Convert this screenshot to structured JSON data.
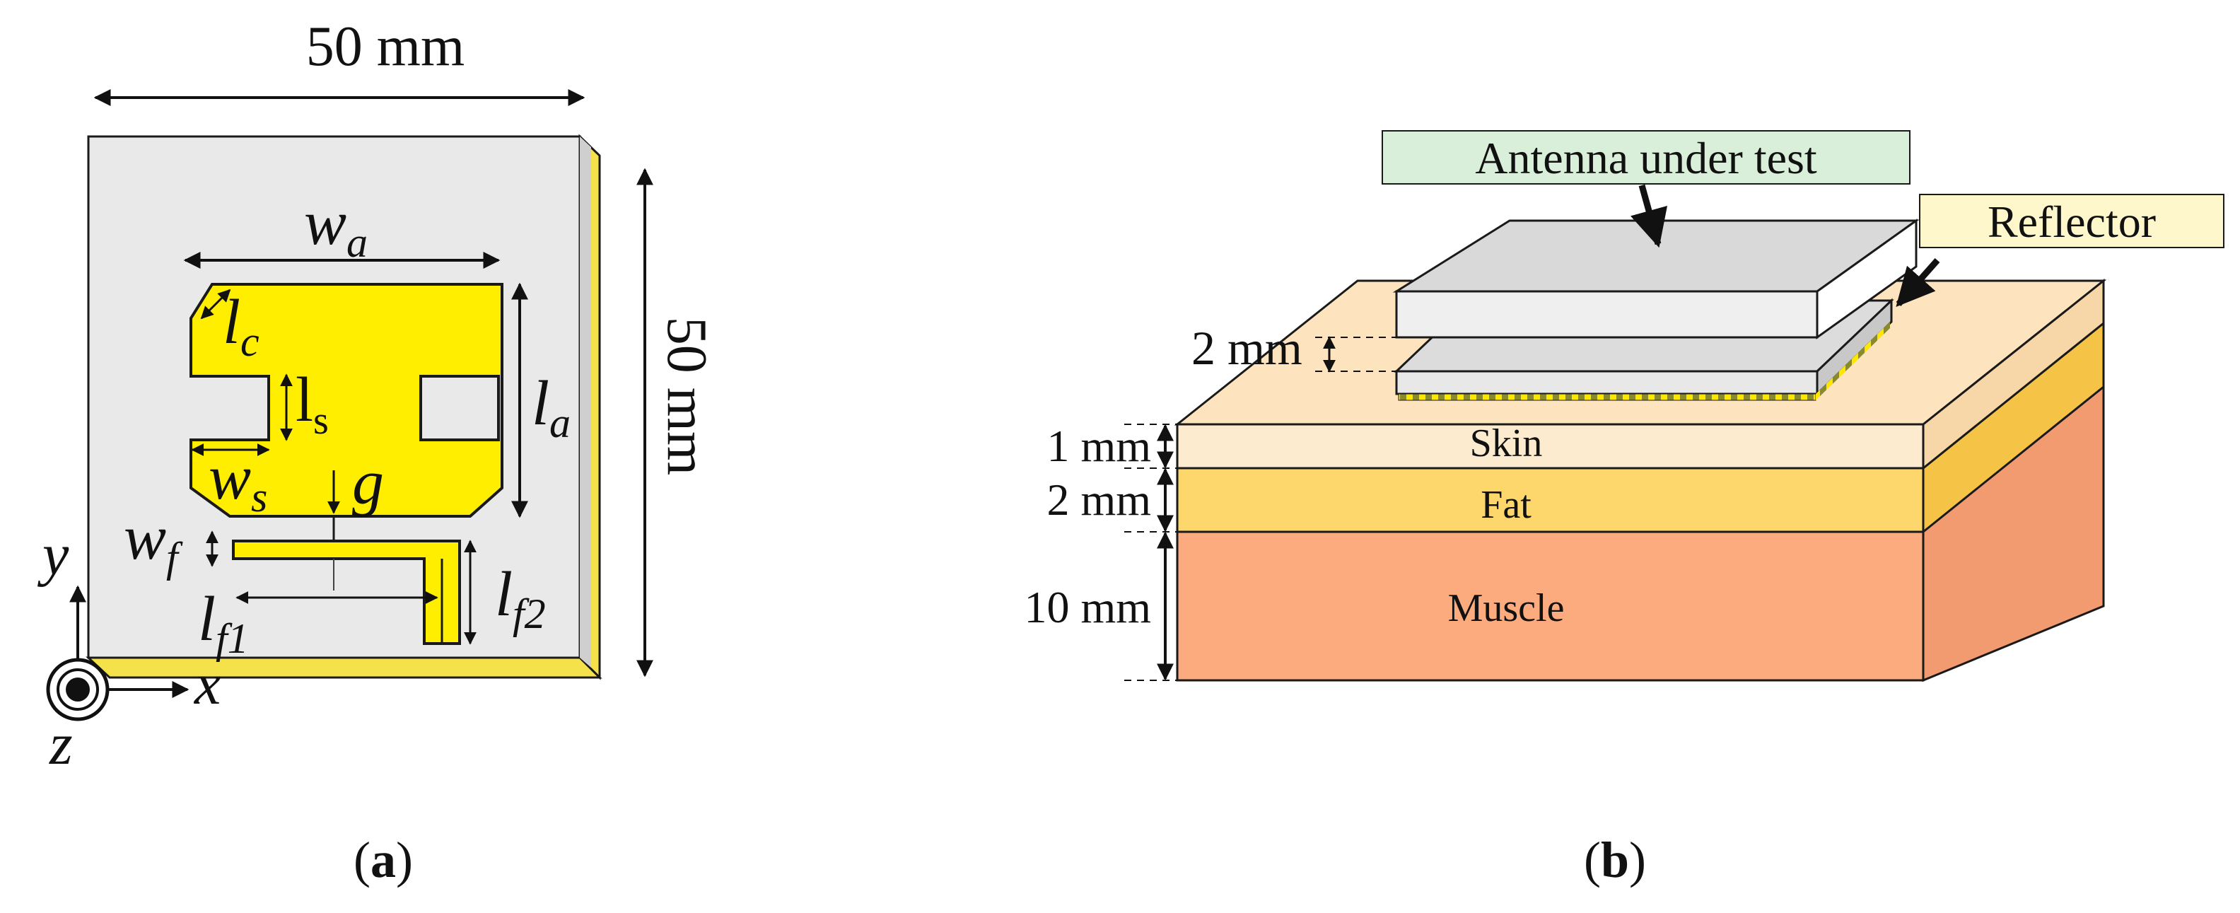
{
  "panel_a": {
    "dim_width": "50 mm",
    "dim_height": "50 mm",
    "labels": {
      "wa_main": "w",
      "wa_sub": "a",
      "lc_main": "l",
      "lc_sub": "c",
      "ls_main": "l",
      "ls_sub": "s",
      "la_main": "l",
      "la_sub": "a",
      "ws_main": "w",
      "ws_sub": "s",
      "g": "g",
      "wf_main": "w",
      "wf_sub": "f",
      "lf1_main": "l",
      "lf1_sub": "f1",
      "lf2_main": "l",
      "lf2_sub": "f2"
    },
    "axes": {
      "x": "x",
      "y": "y",
      "z": "z"
    },
    "colors": {
      "patch": "#ffee00",
      "substrate": "#e9e9e9",
      "edge": "#1a1a1a"
    }
  },
  "panel_b": {
    "antenna_label": "Antenna under test",
    "reflector_label": "Reflector",
    "gap_label": "2 mm",
    "layers": [
      {
        "name": "Skin",
        "thickness": "1 mm",
        "color": "#fde4bf"
      },
      {
        "name": "Fat",
        "thickness": "2 mm",
        "color": "#fdd76b"
      },
      {
        "name": "Muscle",
        "thickness": "10 mm",
        "color": "#fbab7e"
      }
    ],
    "colors": {
      "antenna_box": "#d9efd9",
      "reflector_box": "#fff7cc",
      "plate": "#dcdcdc"
    }
  },
  "captions": {
    "a": "a",
    "b": "b"
  }
}
